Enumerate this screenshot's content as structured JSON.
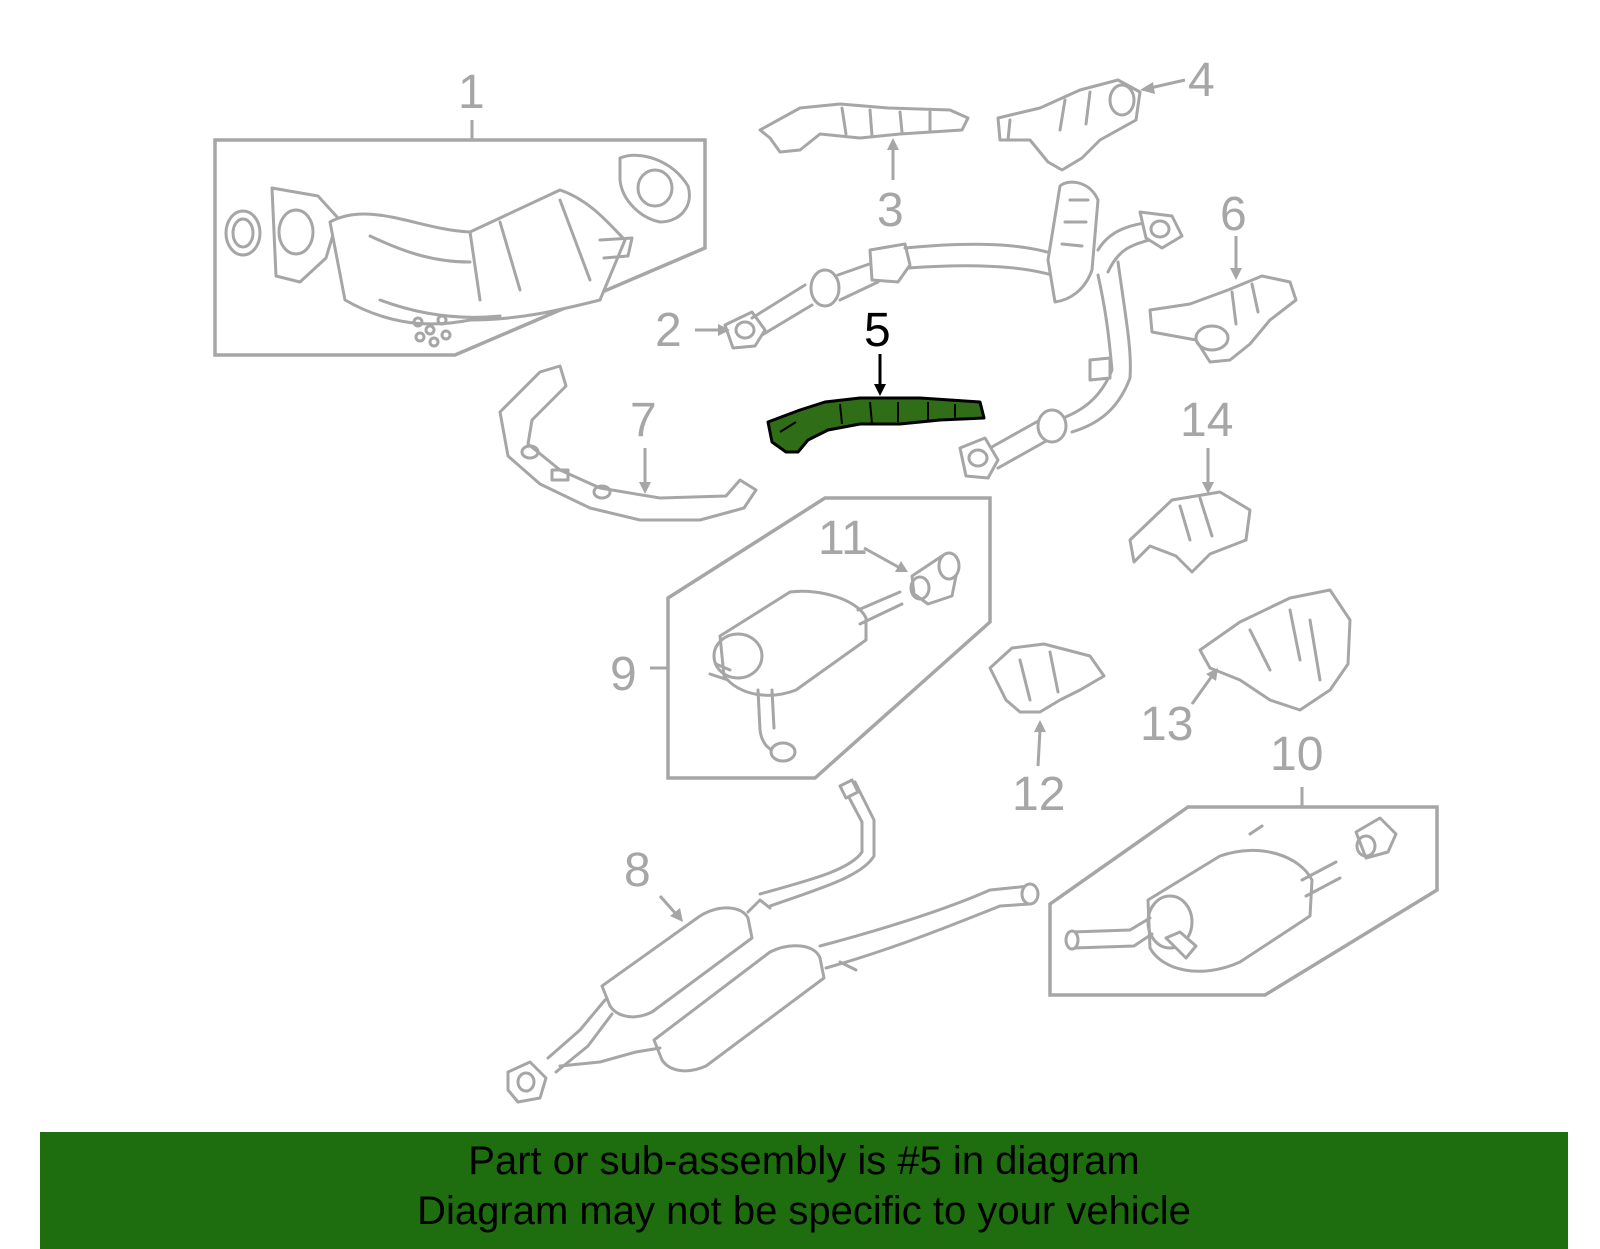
{
  "diagram": {
    "callouts": [
      "1",
      "2",
      "3",
      "4",
      "5",
      "6",
      "7",
      "8",
      "9",
      "10",
      "11",
      "12",
      "13",
      "14"
    ],
    "highlighted_part": "5"
  },
  "banner": {
    "line1": "Part or sub-assembly is #5 in diagram",
    "line2": "Diagram may not be specific to your vehicle"
  },
  "colors": {
    "banner": "#1e6e10",
    "highlight_fill": "#2f6e16",
    "part_stroke": "#a6a6a6",
    "highlight_label": "#000000"
  }
}
